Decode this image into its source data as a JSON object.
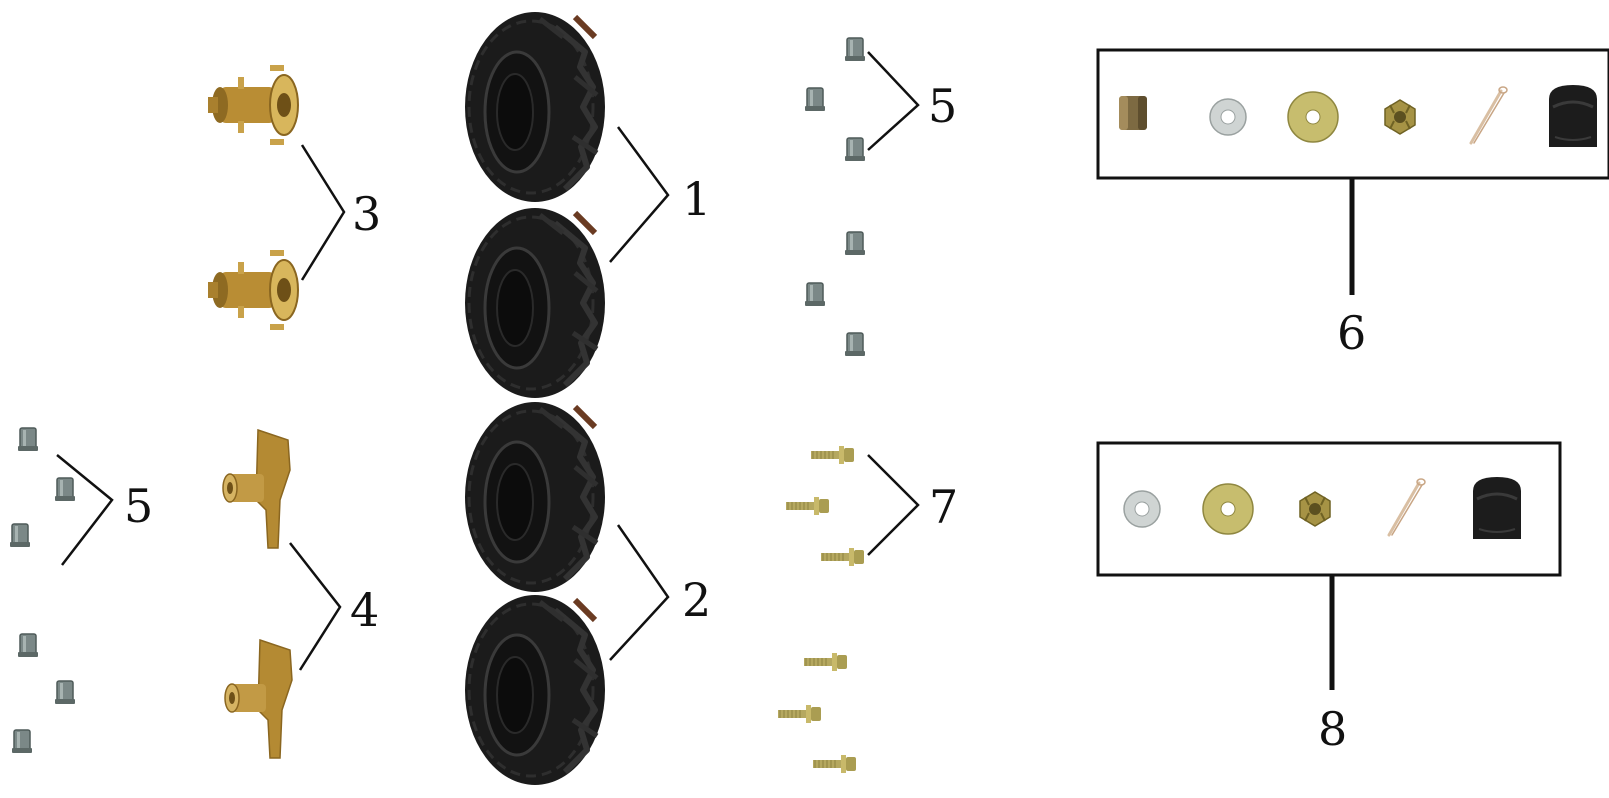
{
  "title": "",
  "labels": {
    "tire_front": "1",
    "tire_rear": "2",
    "hub_front": "3",
    "hub_rear": "4",
    "lug_nut_right": "5",
    "lug_nut_left": "5",
    "kit_front": "6",
    "bolt": "7",
    "kit_rear": "8"
  },
  "colors": {
    "line": "#111111",
    "tire": "#1a1a1a",
    "brass": "#c19a3a",
    "nut": "#6e7c7a",
    "bolt": "#b8a94e"
  },
  "icons": {
    "tire": "atv-tire-icon",
    "hub": "wheel-hub-icon",
    "lug_nut": "lug-nut-icon",
    "bolt": "flange-bolt-icon",
    "spacer": "spacer-sleeve-icon",
    "washer": "flat-washer-icon",
    "castle_nut": "castle-nut-icon",
    "cotter_pin": "cotter-pin-icon",
    "cap": "rubber-cap-icon"
  }
}
